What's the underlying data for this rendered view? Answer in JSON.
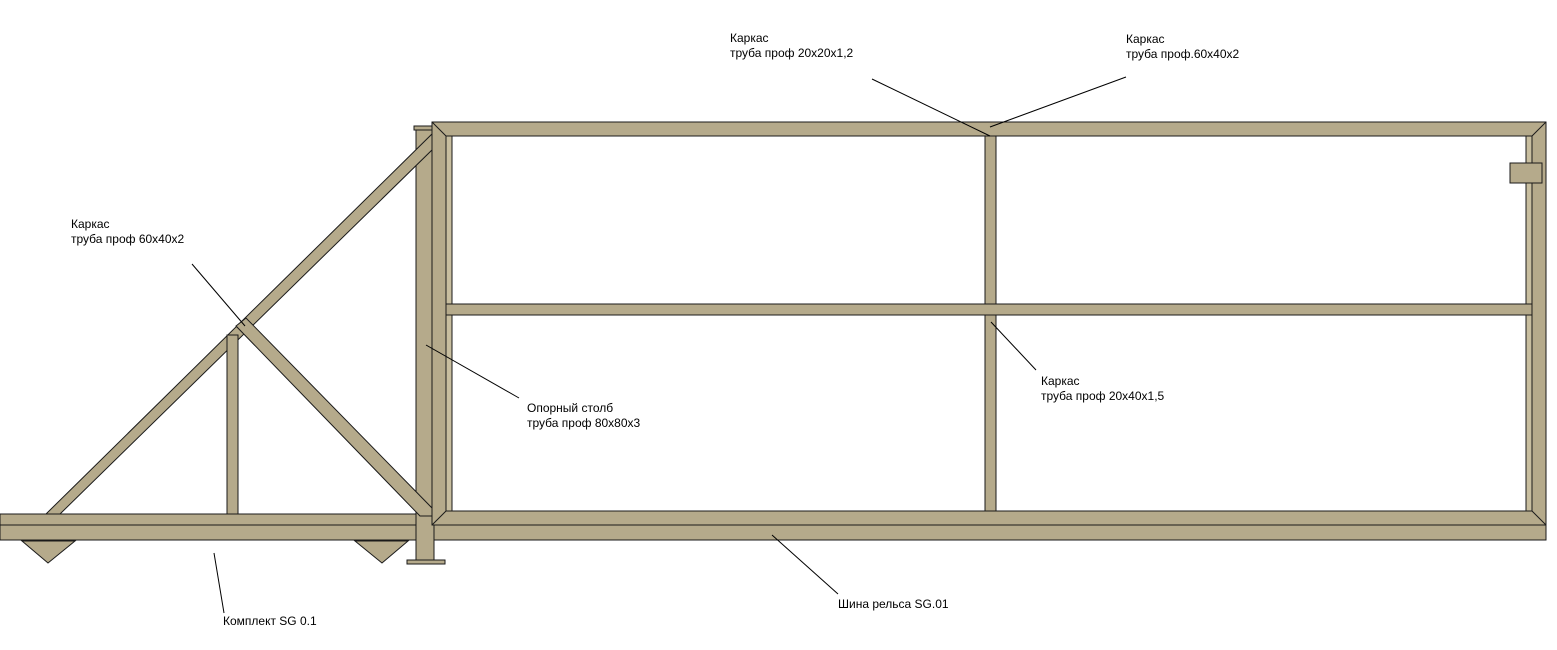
{
  "labels": {
    "top_frame_thin": {
      "line1": "Каркас",
      "line2": "труба проф 20х20х1,2"
    },
    "top_frame_main": {
      "line1": "Каркас",
      "line2": "труба проф.60х40х2"
    },
    "counterweight_frame": {
      "line1": "Каркас",
      "line2": "труба проф 60х40х2"
    },
    "support_post": {
      "line1": "Опорный столб",
      "line2": "труба проф 80х80х3"
    },
    "middle_frame": {
      "line1": "Каркас",
      "line2": "труба проф 20х40х1,5"
    },
    "rail_bar": {
      "line1": "Шина рельса SG.01"
    },
    "kit": {
      "line1": "Комплект SG 0.1"
    }
  },
  "colors": {
    "steel": "#b5aa8b",
    "steel_light": "#c8be9f",
    "outline": "#1a1a1a",
    "background": "#ffffff"
  }
}
